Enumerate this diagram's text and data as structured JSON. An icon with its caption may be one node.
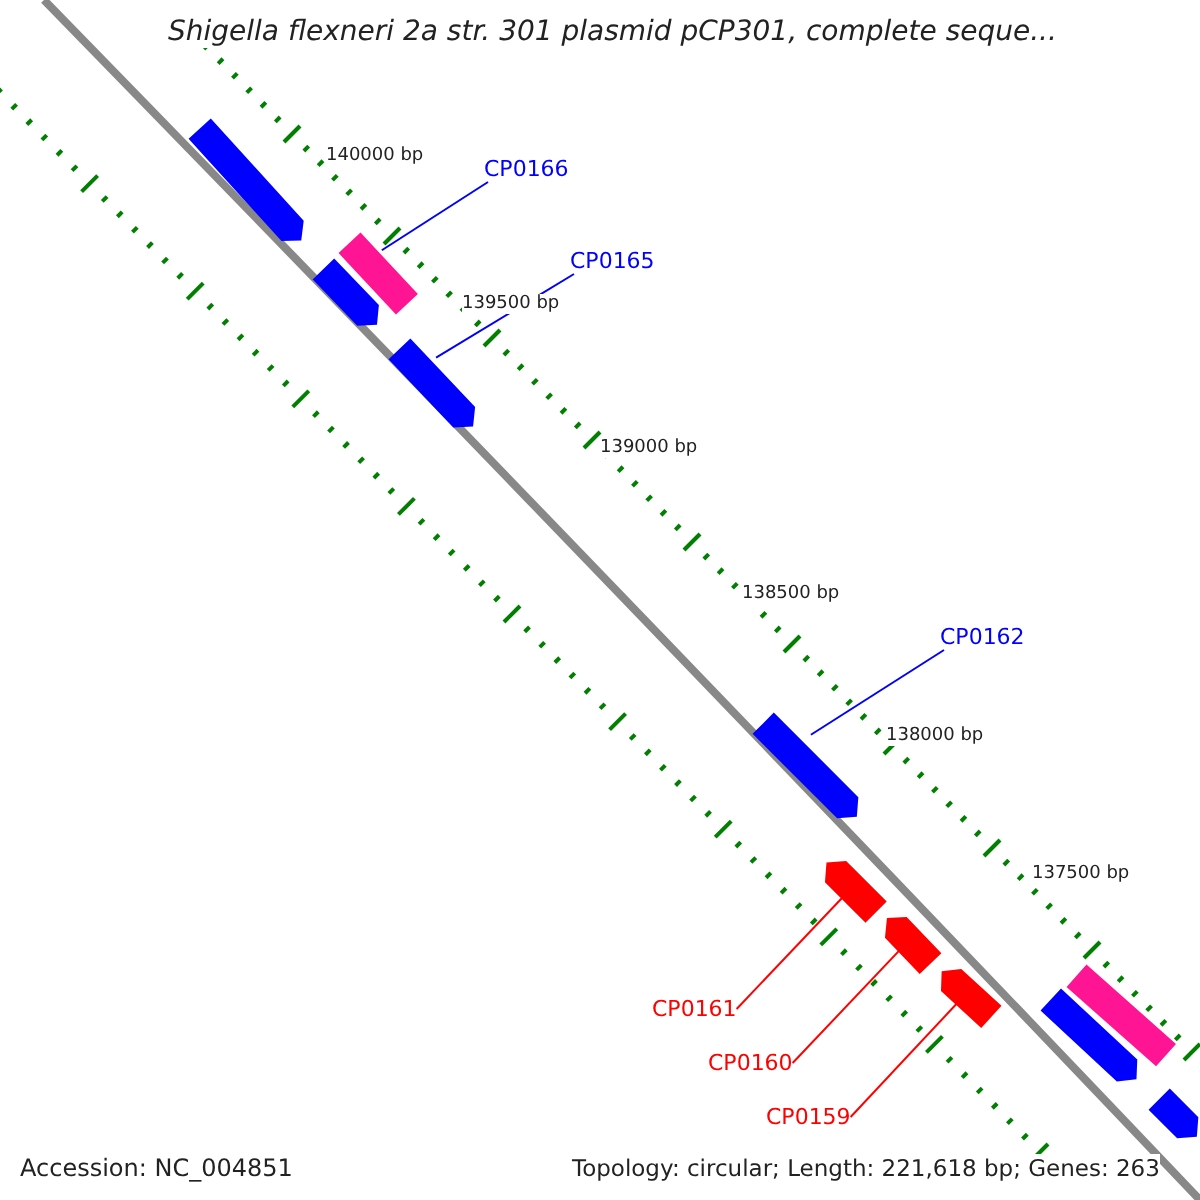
{
  "diagram": {
    "title": "Shigella flexneri 2a str. 301 plasmid pCP301, complete seque...",
    "nodes": [
      {
        "text": [],
        "shape": "bar"
      },
      {
        "text": [],
        "shape": "bar"
      },
      {
        "text": [],
        "shape": "bar"
      },
      {
        "text": [],
        "shape": "bar"
      },
      {
        "text": [],
        "shape": "bar"
      },
      {
        "text": [],
        "shape": "bar"
      },
      {
        "text": [],
        "shape": "bar"
      },
      {
        "text": [],
        "shape": "bar"
      },
      {
        "text": [],
        "shape": "bar"
      },
      {
        "text": [],
        "shape": "bar"
      },
      {
        "text": [],
        "shape": "bar"
      },
      {
        "text": [
          "CP0166"
        ]
      },
      {
        "text": [
          "CP0165"
        ]
      },
      {
        "text": [
          "CP0162"
        ]
      },
      {
        "text": [
          "CP0161"
        ]
      },
      {
        "text": [
          "CP0160"
        ]
      },
      {
        "text": [
          "CP0159"
        ]
      }
    ],
    "edges": [
      {
        "from": 11,
        "to": 1,
        "arrow": "none",
        "color": "#0000ff"
      },
      {
        "from": 12,
        "to": 3,
        "arrow": "none",
        "color": "#0000ff"
      },
      {
        "from": 13,
        "to": 4,
        "arrow": "none",
        "color": "#0000ff"
      },
      {
        "from": 14,
        "to": 5,
        "arrow": "none",
        "color": "#ff0000"
      },
      {
        "from": 15,
        "to": 6,
        "arrow": "none",
        "color": "#ff0000"
      },
      {
        "from": 16,
        "to": 7,
        "arrow": "none",
        "color": "#ff0000"
      }
    ],
    "labels": [
      "140000 bp",
      "139500 bp",
      "139000 bp",
      "138500 bp",
      "138000 bp",
      "137500 bp",
      "Accession: NC_004851",
      "Topology: circular; Length: 221,618 bp; Genes: 263"
    ]
  }
}
